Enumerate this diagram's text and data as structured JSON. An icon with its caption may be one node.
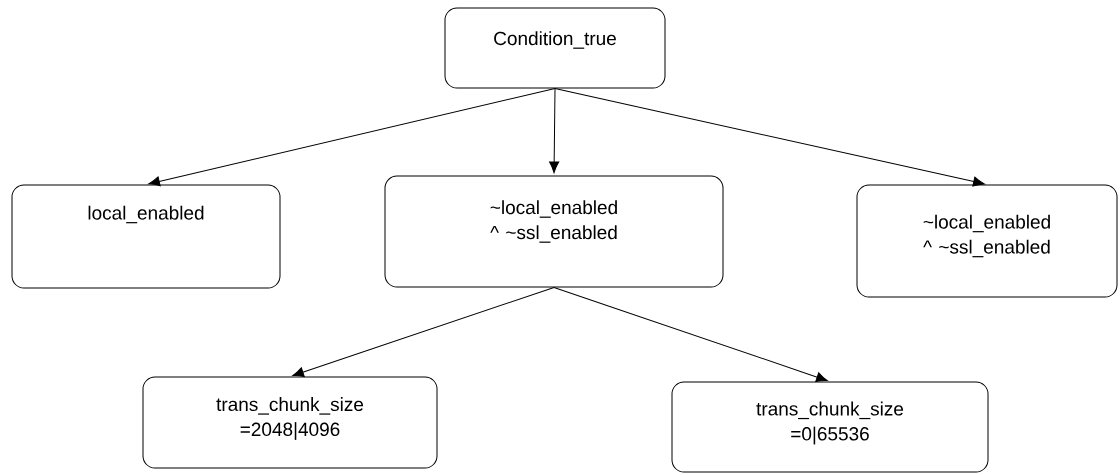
{
  "diagram": {
    "nodes": [
      {
        "text": [
          "Condition_true"
        ]
      },
      {
        "text": [
          "local_enabled"
        ]
      },
      {
        "text": [
          "~local_enabled ^ ~ssl_enabled"
        ]
      },
      {
        "text": [
          "~local_enabled ^ ~ssl_enabled"
        ]
      },
      {
        "text": [
          "trans_chunk_size =2048|4096"
        ]
      },
      {
        "text": [
          "trans_chunk_size =0|65536"
        ]
      }
    ],
    "edges": [
      {
        "from": 0,
        "to": 1,
        "arrow": "to"
      },
      {
        "from": 0,
        "to": 2,
        "arrow": "to"
      },
      {
        "from": 0,
        "to": 3,
        "arrow": "to"
      },
      {
        "from": 2,
        "to": 4,
        "arrow": "to"
      },
      {
        "from": 2,
        "to": 5,
        "arrow": "to"
      }
    ]
  }
}
